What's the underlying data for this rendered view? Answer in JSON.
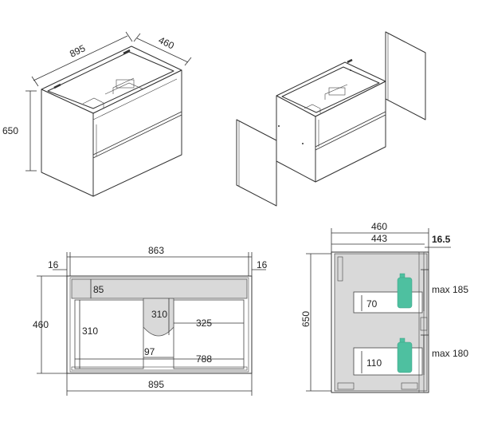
{
  "iso_assembled": {
    "width": "895",
    "depth": "460",
    "height": "650"
  },
  "top_view": {
    "side_left": "16",
    "inner_width": "863",
    "side_right": "16",
    "depth": "460",
    "back_gap": "85",
    "cutout_depth": "310",
    "left_depth": "310",
    "right_width": "325",
    "cutout_offset": "97",
    "inner_drawer_width": "788",
    "overall_width": "895"
  },
  "side_view": {
    "overall_depth": "460",
    "inner_depth": "443",
    "front_offset": "16.5",
    "height": "650",
    "upper_shelf_height": "70",
    "upper_max": "max 185",
    "lower_shelf_height": "110",
    "lower_max": "max 180"
  },
  "colors": {
    "accent_bottle": "#4ec0a0",
    "panel_grey": "#d9d9d9",
    "line": "#333333"
  }
}
